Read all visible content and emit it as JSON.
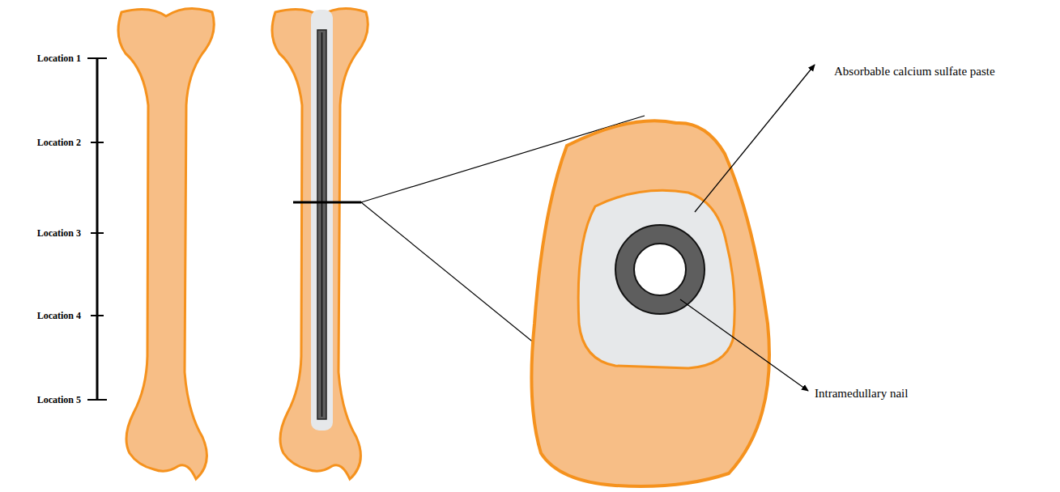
{
  "diagram": {
    "labels": [
      "Location 1",
      "Location 2",
      "Location 3",
      "Location 4",
      "Location 5",
      "Absorbable calcium sulfate paste",
      "Intramedullary nail"
    ]
  }
}
